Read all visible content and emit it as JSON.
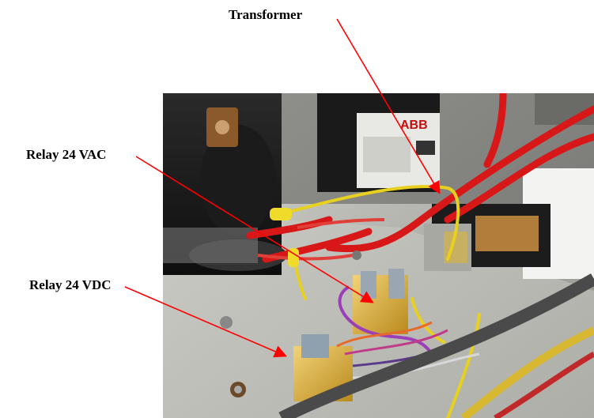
{
  "labels": {
    "transformer": "Transformer",
    "relay_vac": "Relay 24 VAC",
    "relay_vdc": "Relay 24 VDC"
  },
  "photo": {
    "subject": "electrical enclosure with relays, transformer and wiring",
    "brand_text": "ABB"
  },
  "colors": {
    "arrow": "#ff0000",
    "wire_red": "#d81818",
    "wire_yellow": "#e8d020",
    "metal": "#b9b9b3"
  }
}
